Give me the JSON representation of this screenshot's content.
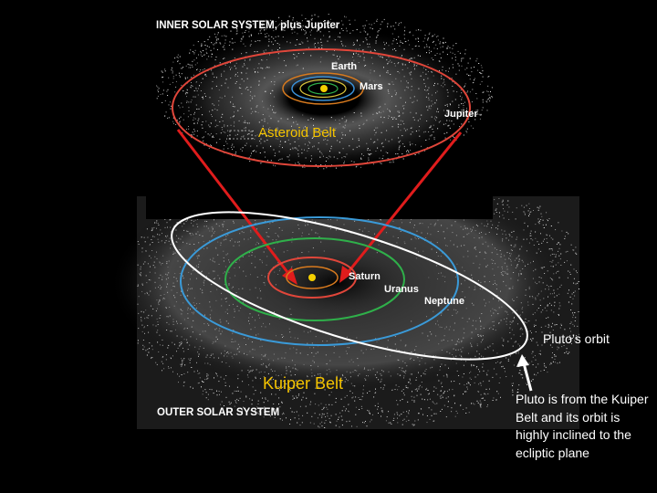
{
  "titles": {
    "inner": "INNER SOLAR SYSTEM, plus Jupiter",
    "outer": "OUTER SOLAR SYSTEM"
  },
  "planets": {
    "earth": "Earth",
    "mars": "Mars",
    "jupiter": "Jupiter",
    "saturn": "Saturn",
    "uranus": "Uranus",
    "neptune": "Neptune"
  },
  "labels": {
    "asteroid_belt": "Asteroid Belt",
    "kuiper_belt": "Kuiper Belt",
    "pluto_orbit": "Pluto’s orbit",
    "pluto_note": "Pluto is from the Kuiper Belt and its orbit is highly inclined to the ecliptic plane"
  },
  "colors": {
    "background": "#000000",
    "jupiter_orbit": "#e0463a",
    "arrow": "#e01c1c",
    "sun": "#f5d000",
    "inner_orbit": "#3a8fd6",
    "mars_orbit": "#d87a1e",
    "saturn_orbit": "#e0463a",
    "uranus_orbit": "#2fb04a",
    "neptune_orbit": "#3a9ad8",
    "pluto_orbit": "#ffffff",
    "kuiper_label": "#f5c400",
    "asteroid_label": "#f5c400"
  }
}
